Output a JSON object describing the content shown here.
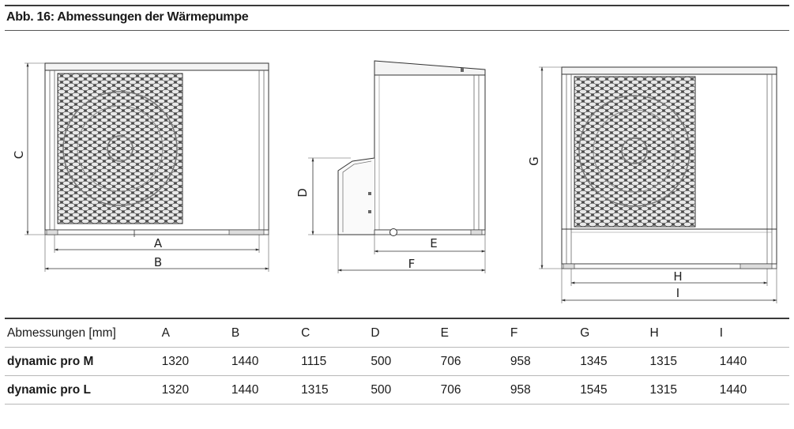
{
  "figure": {
    "title": "Abb. 16: Abmessungen der Wärmepumpe",
    "dimension_labels": [
      "A",
      "B",
      "C",
      "D",
      "E",
      "F",
      "G",
      "H",
      "I"
    ]
  },
  "table": {
    "header_label": "Abmessungen [mm]",
    "columns": [
      "A",
      "B",
      "C",
      "D",
      "E",
      "F",
      "G",
      "H",
      "I"
    ],
    "rows": [
      {
        "model": "dynamic pro M",
        "values": [
          "1320",
          "1440",
          "1115",
          "500",
          "706",
          "958",
          "1345",
          "1315",
          "1440"
        ]
      },
      {
        "model": "dynamic pro L",
        "values": [
          "1320",
          "1440",
          "1315",
          "500",
          "706",
          "958",
          "1545",
          "1315",
          "1440"
        ]
      }
    ]
  }
}
